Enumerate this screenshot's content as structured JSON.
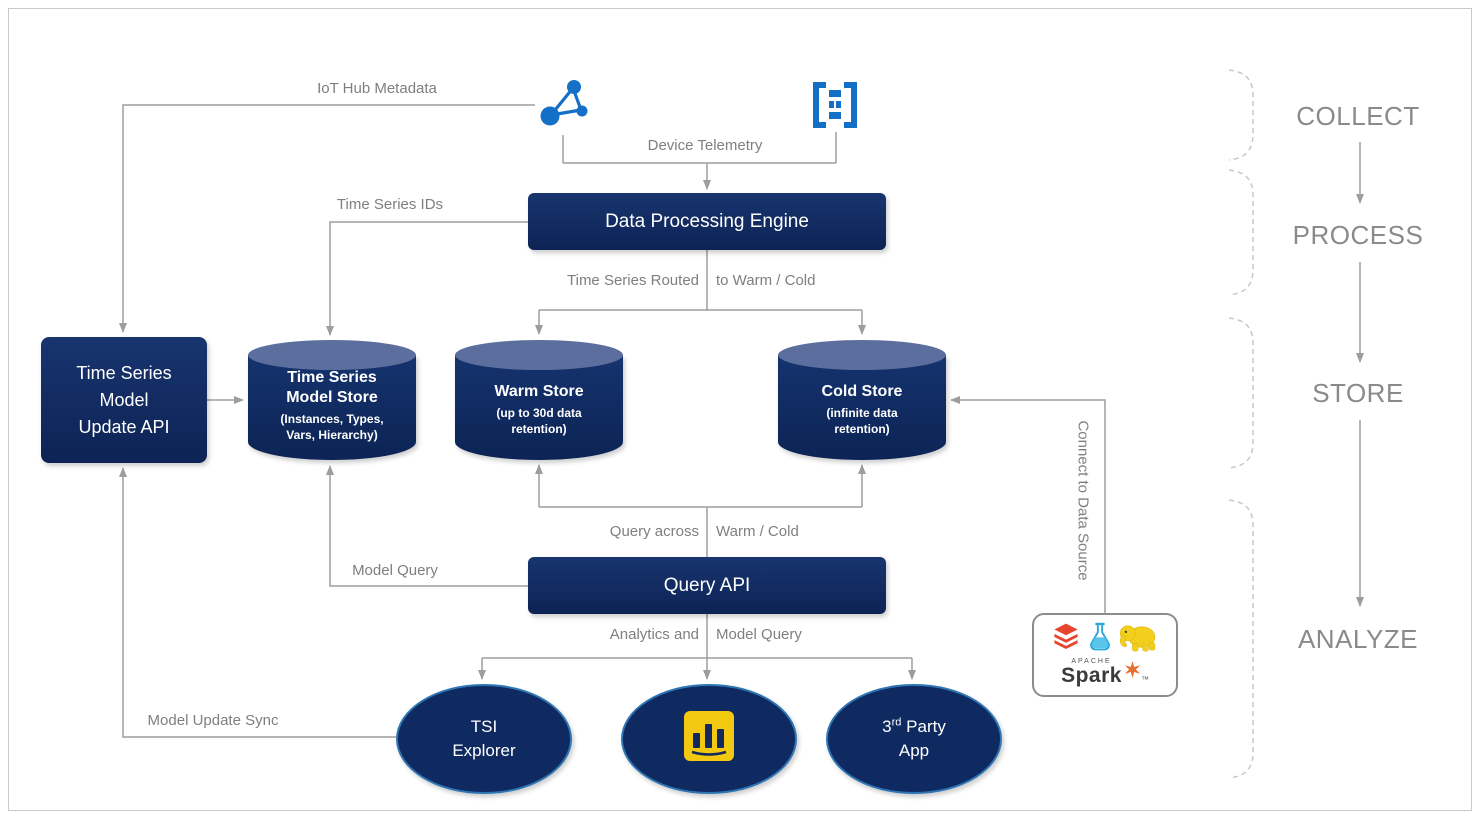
{
  "colors": {
    "navy": "#102c66",
    "cylinder_top": "#5b6e9e",
    "ellipse_border": "#2e75b5",
    "azure_blue": "#1470c6",
    "powerbi_yellow": "#F2C811",
    "line_gray": "#9d9d9d",
    "label_gray": "#7f7f7f",
    "spark_orange": "#e66e31",
    "databricks_red": "#e8442e"
  },
  "icons": {
    "iot_hub": "iot-hub-icon",
    "event_hubs": "event-hubs-icon",
    "power_bi": "power-bi-icon",
    "databricks": "databricks-icon",
    "flask": "flask-icon",
    "hadoop": "hadoop-elephant-icon",
    "spark_star": "spark-star-icon"
  },
  "labels": {
    "iot_hub_metadata": "IoT Hub Metadata",
    "device_telemetry": "Device Telemetry",
    "time_series_ids": "Time Series IDs",
    "routed_left": "Time Series Routed",
    "routed_right": "to Warm / Cold",
    "query_across_left": "Query across",
    "query_across_right": "Warm / Cold",
    "model_query": "Model Query",
    "analytics_left": "Analytics and",
    "analytics_right": "Model Query",
    "model_update_sync": "Model Update Sync",
    "connect_to_data_source": "Connect to Data Source"
  },
  "nodes": {
    "data_processing_engine": {
      "label": "Data Processing Engine"
    },
    "update_api": {
      "line1": "Time Series",
      "line2": "Model",
      "line3": "Update API"
    },
    "model_store": {
      "title1": "Time Series",
      "title2": "Model Store",
      "sub1": "(Instances, Types,",
      "sub2": "Vars, Hierarchy)"
    },
    "warm_store": {
      "title": "Warm Store",
      "sub1": "(up to 30d data",
      "sub2": "retention)"
    },
    "cold_store": {
      "title": "Cold Store",
      "sub1": "(infinite data",
      "sub2": "retention)"
    },
    "query_api": {
      "label": "Query API"
    },
    "tsi_explorer": {
      "line1": "TSI",
      "line2": "Explorer"
    },
    "third_party_app": {
      "prefix": "3",
      "sup": "rd",
      "suffix": " Party",
      "line2": "App"
    }
  },
  "stages": [
    {
      "label": "COLLECT"
    },
    {
      "label": "PROCESS"
    },
    {
      "label": "STORE"
    },
    {
      "label": "ANALYZE"
    }
  ],
  "analytics_tools": {
    "apache": "APACHE",
    "spark": "Spark",
    "tm": "™"
  }
}
